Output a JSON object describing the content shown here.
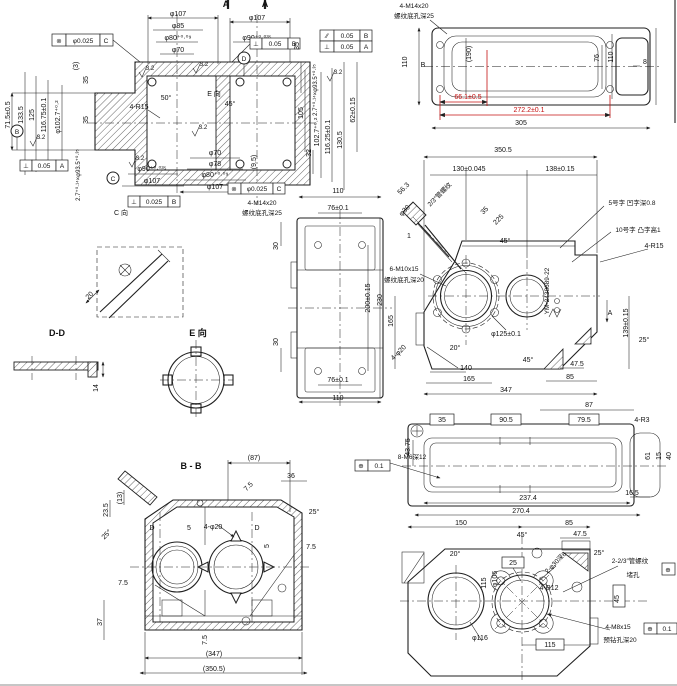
{
  "meta": {
    "bg": "#ffffff",
    "ink": "#1f1f1f",
    "red": "#c41111"
  },
  "v1": {
    "title_a1": "A",
    "title_a2": "A",
    "finish": "3.2",
    "dt1": "φ107",
    "dt2": "φ85",
    "dt3": "φ80⁺⁰·⁰⁹",
    "dt4": "φ70",
    "dt5": "φ107",
    "dt6": "φ90⁺⁰·⁰³⁵",
    "fcf_tl": {
      "sym": "⊚",
      "tol": "φ0.025",
      "dat": "C"
    },
    "fcf_tr": {
      "sym": "⊥",
      "tol": "0.05",
      "dat": "B"
    },
    "fcf_r1": {
      "sym": "∕∕",
      "tol": "0.05",
      "dat": "B"
    },
    "fcf_r2": {
      "sym": "⊥",
      "tol": "0.05",
      "dat": "A"
    },
    "fcf_bl": {
      "sym": "⊥",
      "tol": "0.05",
      "dat": "A"
    },
    "fcf_bot": {
      "sym": "⊥",
      "tol": "0.025",
      "dat": "B"
    },
    "fcf_br": {
      "sym": "⊚",
      "tol": "φ0.025",
      "dat": "C"
    },
    "datum_b": "B",
    "datum_c": "C",
    "datum_d": "D",
    "ll1": "71.5±0.5",
    "ll2": "133.5",
    "ll3": "125",
    "ll4": "116.75±0.1",
    "ll5": "φ102.7⁺⁰·²",
    "ll6": "(3)",
    "ll7": "35",
    "ll8": "35",
    "groove": "2.7⁺⁰·¹⁴×φ93.5⁺⁰·³⁵",
    "in1": "4-R15",
    "in2": "50°",
    "in3": "E 向",
    "in4": "45°",
    "bl1": "φ90⁺⁰·⁰³⁵",
    "bl2": "φ107",
    "c_view": "C 向",
    "br1": "φ70",
    "br2": "φ78",
    "br3": "φ80⁺⁰·⁰⁹",
    "br4": "φ107",
    "tap1": "4-M14x20",
    "tap2": "螺纹底孔深25",
    "rr1": "35",
    "rr2": "105",
    "rr3": "32",
    "rr4": "(9.5)",
    "fr1": "102.7⁺⁰·²",
    "fr2": "116.25±0.1",
    "fr3": "130.5",
    "fr4": "62±0.15"
  },
  "v2": {
    "tap1": "4-M14x20",
    "tap2": "螺纹底孔深25",
    "b_mark": "B",
    "d110l": "110",
    "d190": "(190)",
    "d76": "76",
    "d110r": "110",
    "d8": "8",
    "red1": "66.1±0.5",
    "red2": "272.2±0.1",
    "d305": "305"
  },
  "v3": {
    "d110t": "110",
    "d76t": "76±0.1",
    "d200": "200±0.15",
    "d230": "230",
    "d76b": "76±0.1",
    "d110b": "110",
    "d30t": "30",
    "d30b": "30"
  },
  "v4": {
    "d3505": "350.5",
    "d130": "130±0.045",
    "d138": "138±0.15",
    "d563": "56.3",
    "dphi30": "φ30",
    "pipe": "2/3″管螺纹",
    "lead1": "1",
    "d35": "35",
    "d225": "225",
    "a45": "45°",
    "txt5": "5号字 凹字深0.8",
    "txt10": "10号字 凸字高1",
    "r15": "4-R15",
    "tap1": "6-M10x15",
    "tap2": "螺纹底孔深20",
    "d165l": "165",
    "dphi125": "φ125±0.1",
    "cast": "YM-2438689-22",
    "d139": "139±0.15",
    "a_mark": "A",
    "a25": "25°",
    "holes": "4-φ20",
    "a20": "20°",
    "d140": "140",
    "d165b": "165",
    "a45b": "45°",
    "d475": "47.5",
    "d85": "85",
    "d347": "347"
  },
  "v5": {
    "d87": "87",
    "b35": "35",
    "b905": "90.5",
    "b795": "79.5",
    "r3": "4-R3",
    "d4375": "43.75",
    "fcf": {
      "sym": "⊕",
      "tol": "0.1"
    },
    "m6": "8-M6深12",
    "d61": "61",
    "d15": "15",
    "d40": "40",
    "d2374": "237.4",
    "d2704": "270.4",
    "d165": "16.5"
  },
  "v6": {
    "title": "B - B",
    "d87": "(87)",
    "d36": "36",
    "d75a": "7.5",
    "a25r": "25°",
    "d13": "(13)",
    "d235": "23.5",
    "a25l": "25°",
    "dl": "D",
    "dr": "D",
    "d5a": "5",
    "holes": "4-φ20",
    "d5b": "5",
    "d75r": "7.5",
    "d75l": "7.5",
    "d37": "37",
    "d75b": "7.5",
    "d347": "(347)",
    "d3505": "(350.5)"
  },
  "v7": {
    "d150": "150",
    "d85": "85",
    "a45": "45°",
    "d475": "47.5",
    "a20": "20°",
    "a25": "25°",
    "b25": "25",
    "pipe1": "2-2/3″管螺纹",
    "pipe2": "堵孔",
    "fcf_plug": {
      "sym": "⊕"
    },
    "dphi106": "φ106",
    "d115v": "115",
    "holes30": "2-φ30深8",
    "r12": "4-R12",
    "b45": "45",
    "m8a": "4-M8x15",
    "m8b": "预钻孔深20",
    "fcf_m8": {
      "sym": "⊕",
      "tol": "0.1"
    },
    "dphi116": "φ116",
    "b115": "115"
  },
  "v8": {
    "dd_title": "D-D",
    "d20": "20",
    "d14": "14",
    "e_title": "E 向"
  }
}
